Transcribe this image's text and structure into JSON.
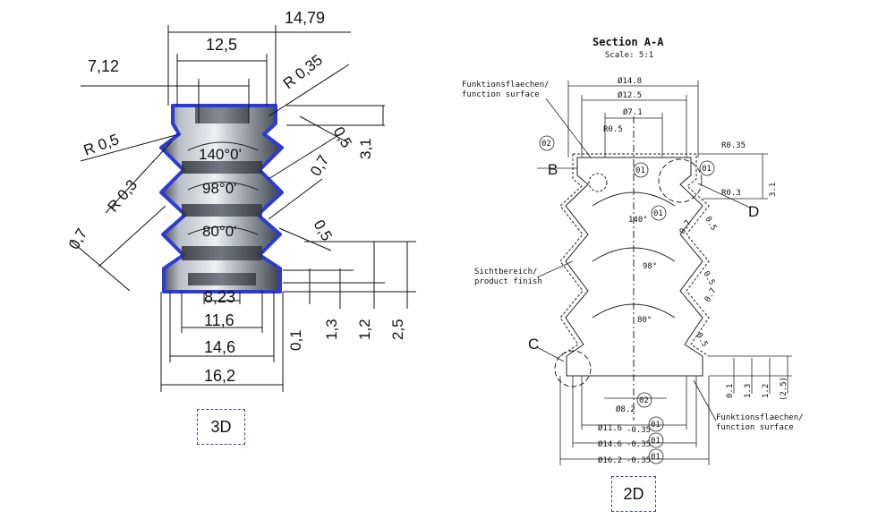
{
  "left_3d": {
    "dims": {
      "d1479": "14,79",
      "d125": "12,5",
      "d712": "7,12",
      "r035": "R 0,35",
      "r05": "R 0,5",
      "r03": "R 0,3",
      "d07a": "0,7",
      "d05a": "0,5",
      "d31": "3,1",
      "d07b": "0,7",
      "d05b": "0,5",
      "d823": "8,23",
      "d116": "11,6",
      "d146": "14,6",
      "d162": "16,2",
      "h01": "0,1",
      "h13": "1,3",
      "h12": "1,2",
      "h25": "2,5"
    },
    "angles": [
      "140°0'",
      "98°0'",
      "80°0'"
    ],
    "label": "3D"
  },
  "right_2d": {
    "title": "Section A-A",
    "scale": "Scale: 5:1",
    "notes": {
      "func_top": [
        "Funktionsflaechen/",
        "function surface"
      ],
      "sicht": [
        "Sichtbereich/",
        "product finish"
      ],
      "func_bottom": [
        "Funktionsflaechen/",
        "function surface"
      ]
    },
    "dims": {
      "d148": "Ø14.8",
      "d125": "Ø12.5",
      "d71": "Ø7.1",
      "r05": "R0.5",
      "r035": "R0.35",
      "r03": "R0.3",
      "h31": "3.1",
      "d82": "Ø8.2",
      "d116": "Ø11.6",
      "d146": "Ø14.6",
      "d162": "Ø16.2",
      "tol": "-0.35",
      "h01": "0.1",
      "h13": "1.3",
      "h12": "1.2",
      "h25": "(2.5)",
      "s07a": "0.7",
      "s05a": "0.5",
      "s05b": "0.5",
      "s07b": "0.7",
      "s05c": "0.5"
    },
    "angles": [
      "140°",
      "98°",
      "80°"
    ],
    "letters": [
      "B",
      "C",
      "D"
    ],
    "circles": [
      "01",
      "02"
    ],
    "label": "2D"
  },
  "colors": {
    "outline": "#2d3ad6",
    "body_dark": "#3f4650",
    "body_mid": "#8d949c",
    "body_light": "#e6e9ec"
  }
}
